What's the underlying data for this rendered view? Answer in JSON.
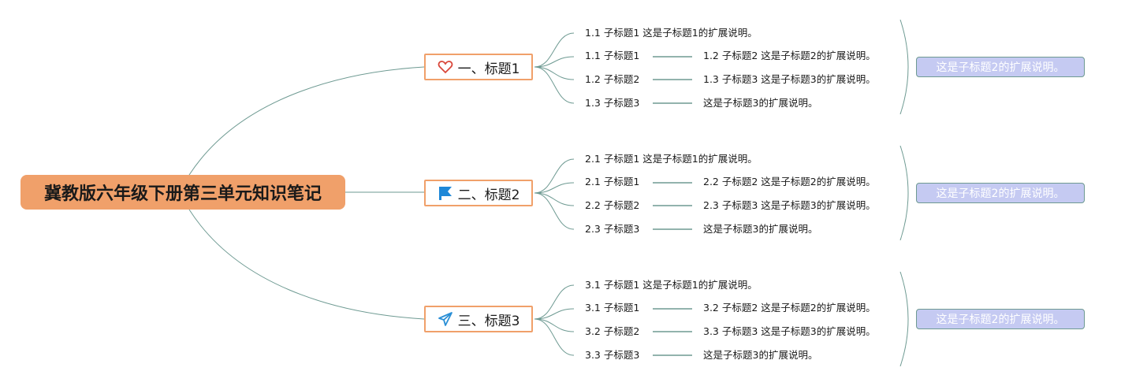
{
  "root": {
    "title": "冀教版六年级下册第三单元知识笔记",
    "color": "#F0A06A"
  },
  "line_color": "#6E9A92",
  "branches": [
    {
      "label": "一、标题1",
      "icon": "heart-icon",
      "first": "1.1 子标题1 这是子标题1的扩展说明。",
      "rows": [
        {
          "left": "1.1 子标题1",
          "right": "1.2 子标题2 这是子标题2的扩展说明。"
        },
        {
          "left": "1.2 子标题2",
          "right": "1.3 子标题3 这是子标题3的扩展说明。"
        },
        {
          "left": "1.3 子标题3",
          "right": "这是子标题3的扩展说明。"
        }
      ],
      "summary": "这是子标题2的扩展说明。"
    },
    {
      "label": "二、标题2",
      "icon": "flag-icon",
      "first": "2.1 子标题1 这是子标题1的扩展说明。",
      "rows": [
        {
          "left": "2.1 子标题1",
          "right": "2.2 子标题2 这是子标题2的扩展说明。"
        },
        {
          "left": "2.2 子标题2",
          "right": "2.3 子标题3 这是子标题3的扩展说明。"
        },
        {
          "left": "2.3 子标题3",
          "right": "这是子标题3的扩展说明。"
        }
      ],
      "summary": "这是子标题2的扩展说明。"
    },
    {
      "label": "三、标题3",
      "icon": "paper-plane-icon",
      "first": "3.1 子标题1 这是子标题1的扩展说明。",
      "rows": [
        {
          "left": "3.1 子标题1",
          "right": "3.2 子标题2 这是子标题2的扩展说明。"
        },
        {
          "left": "3.2 子标题2",
          "right": "3.3 子标题3 这是子标题3的扩展说明。"
        },
        {
          "left": "3.3 子标题3",
          "right": "这是子标题3的扩展说明。"
        }
      ],
      "summary": "这是子标题2的扩展说明。"
    }
  ]
}
